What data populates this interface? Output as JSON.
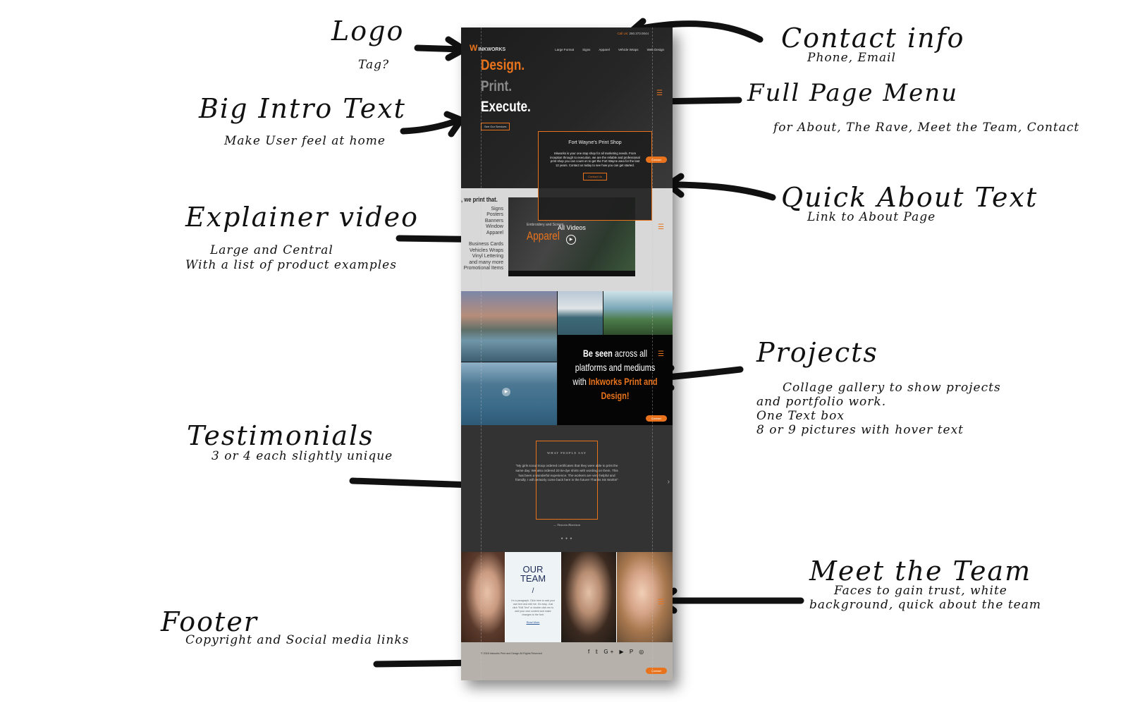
{
  "annotations": {
    "logo": {
      "title": "Logo",
      "sub": "Tag?"
    },
    "intro": {
      "title": "Big Intro Text",
      "sub": "Make User feel at home"
    },
    "video": {
      "title": "Explainer video",
      "sub1": "Large and Central",
      "sub2": "With a list of product examples"
    },
    "testimonials": {
      "title": "Testimonials",
      "sub": "3 or 4 each slightly unique"
    },
    "footer": {
      "title": "Footer",
      "sub": "Copyright and Social media links"
    },
    "contact": {
      "title": "Contact info",
      "sub": "Phone, Email"
    },
    "menu": {
      "title": "Full Page Menu",
      "sub": "for About, The Rave, Meet the Team, Contact"
    },
    "about": {
      "title": "Quick About Text",
      "sub": "Link to About Page"
    },
    "projects": {
      "title": "Projects",
      "sub1": "Collage gallery to show projects",
      "sub2": "and portfolio work.",
      "sub3": "One Text box",
      "sub4": "8 or 9 pictures with hover text"
    },
    "team": {
      "title": "Meet the Team",
      "sub1": "Faces to gain trust, white",
      "sub2": "background, quick about the team"
    }
  },
  "mockup": {
    "header": {
      "contact_label": "Call Us:",
      "phone": "260.373.0044",
      "logo_text": "INKWORKS",
      "logo_mark": "W",
      "nav": [
        "Large Format",
        "Signs",
        "Apparel",
        "Vehicle Wraps",
        "Web Design"
      ]
    },
    "hero": {
      "line1": "Design.",
      "line2": "Print.",
      "line3": "Execute.",
      "services_btn": "See Our Services",
      "menu_icon": "hamburger-icon"
    },
    "about": {
      "title": "Fort Wayne's Print Shop",
      "body": "Inkworks is your one stop shop for all marketing needs. From inception through to execution, we are the reliable and professional print shop you can count on to get the Fort Wayne area for the last 12 years. Contact us today to see how you can get started.",
      "contact_btn": "Contact Us",
      "contact_pill": "Contact"
    },
    "video": {
      "heading": ", we print that.",
      "list": [
        "Signs",
        "Posters",
        "Banners",
        "Window",
        "Apparel",
        "",
        "Business Cards",
        "Vehicles Wraps",
        "Vinyl Lettering",
        "and many more",
        "Promotional Items"
      ],
      "embroidery": "Embroidery and Screen",
      "apparel": "Apparel",
      "all_videos": "All Videos",
      "play_icon": "play-icon"
    },
    "projects": {
      "text_a": "Be seen",
      "text_b": "across all",
      "text_c": "platforms and mediums",
      "text_d": "with",
      "text_e": "Inkworks Print and",
      "text_f": "Design!",
      "contact_pill": "Contact"
    },
    "testimonials": {
      "heading": "WHAT PEOPLE SAY",
      "quote": "\"My girls scout troop ordered certificates that they were able to print the same day. We also ordered 20 tie-dye shirts with wording on them. This has been a wonderful experience. The workers are very helpful and friendly. I will certainly come back here in the future! Thanks Ink Works!\"",
      "author": "— Victoria Harrison",
      "dots": "● ● ●",
      "next": "›"
    },
    "team": {
      "title_line1": "OUR",
      "title_line2": "TEAM",
      "para": "I'm a paragraph. Click here to add your own text and edit me. It's easy. Just click \"Edit Text\" or double click me to add your own content and make changes to the font.",
      "read_more": "Read More"
    },
    "footer": {
      "copyright": "© 2018 Inkworks Print and Design     All Rights Reserved",
      "social": "f 𝕥 G+ ▶ P ◎",
      "contact_pill": "Contact"
    }
  },
  "colors": {
    "accent": "#e8731c",
    "dark": "#222222",
    "footer": "#b6b1aa"
  }
}
